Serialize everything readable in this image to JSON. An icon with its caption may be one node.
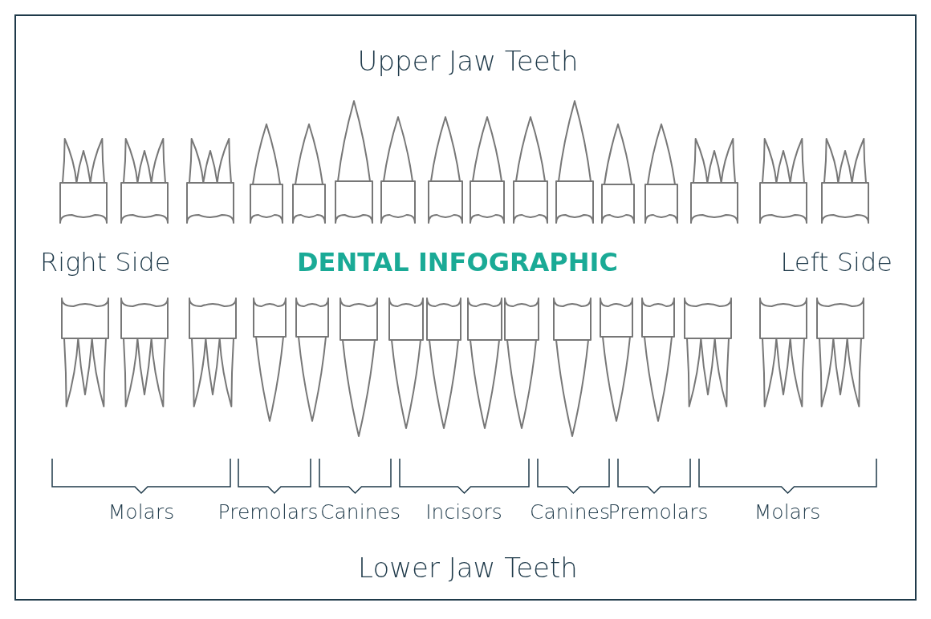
{
  "diagram": {
    "title": "DENTAL INFOGRAPHIC",
    "labels": [
      "Upper Jaw Teeth",
      "Right Side",
      "Left Side",
      "Molars",
      "Premolars",
      "Canines",
      "Incisors",
      "Canines",
      "Premolars",
      "Molars",
      "Lower Jaw Teeth"
    ]
  }
}
